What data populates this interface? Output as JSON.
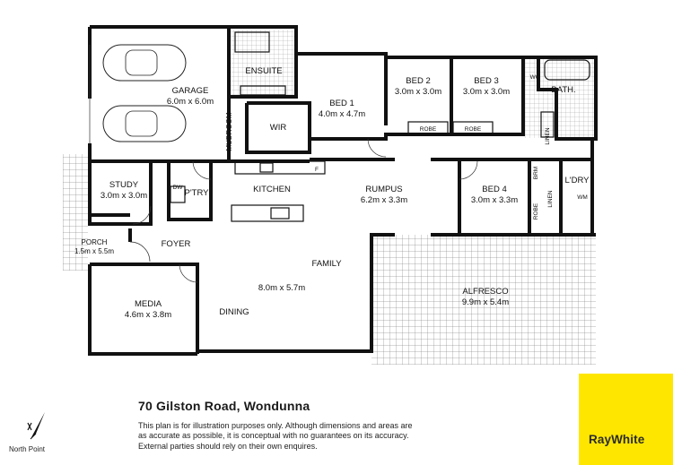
{
  "rooms": {
    "garage": {
      "name": "GARAGE",
      "dims": "6.0m x 6.0m"
    },
    "ensuite": {
      "name": "ENSUITE"
    },
    "wir": {
      "name": "WIR"
    },
    "mudroom": {
      "name": "MUDROOM"
    },
    "bed1": {
      "name": "BED 1",
      "dims": "4.0m x 4.7m"
    },
    "bed2": {
      "name": "BED 2",
      "dims": "3.0m x 3.0m"
    },
    "bed3": {
      "name": "BED 3",
      "dims": "3.0m x 3.0m"
    },
    "bath": {
      "name": "BATH."
    },
    "wc": {
      "name": "WC"
    },
    "robe_bed2": {
      "name": "ROBE"
    },
    "robe_bed3": {
      "name": "ROBE"
    },
    "linen_top": {
      "name": "LINEN"
    },
    "study": {
      "name": "STUDY",
      "dims": "3.0m x 3.0m"
    },
    "dw": {
      "name": "DW"
    },
    "pantry": {
      "name": "P'TRY"
    },
    "kitchen": {
      "name": "KITCHEN"
    },
    "fridge": {
      "name": "F"
    },
    "rumpus": {
      "name": "RUMPUS",
      "dims": "6.2m x 3.3m"
    },
    "bed4": {
      "name": "BED 4",
      "dims": "3.0m x 3.3m"
    },
    "brm": {
      "name": "BRM"
    },
    "robe_bed4": {
      "name": "ROBE"
    },
    "linen_mid": {
      "name": "LINEN"
    },
    "laundry": {
      "name": "L'DRY"
    },
    "wm": {
      "name": "WM"
    },
    "porch": {
      "name": "PORCH",
      "dims": "1.5m x 5.5m"
    },
    "foyer": {
      "name": "FOYER"
    },
    "family": {
      "name": "FAMILY",
      "dims": "8.0m x 5.7m"
    },
    "media": {
      "name": "MEDIA",
      "dims": "4.6m x 3.8m"
    },
    "dining": {
      "name": "DINING"
    },
    "alfresco": {
      "name": "ALFRESCO",
      "dims": "9.9m x 5.4m"
    }
  },
  "listing": {
    "address": "70 Gilston Road, Wondunna",
    "disclaimer": [
      "This plan is for illustration purposes only.  Although dimensions and areas are",
      "as accurate as possible, it is conceptual with no guarantees on its accuracy.",
      "External parties should rely on their own enquires."
    ],
    "north_label": "North Point"
  },
  "brand": {
    "name": "RayWhite",
    "color": "#ffe600"
  }
}
